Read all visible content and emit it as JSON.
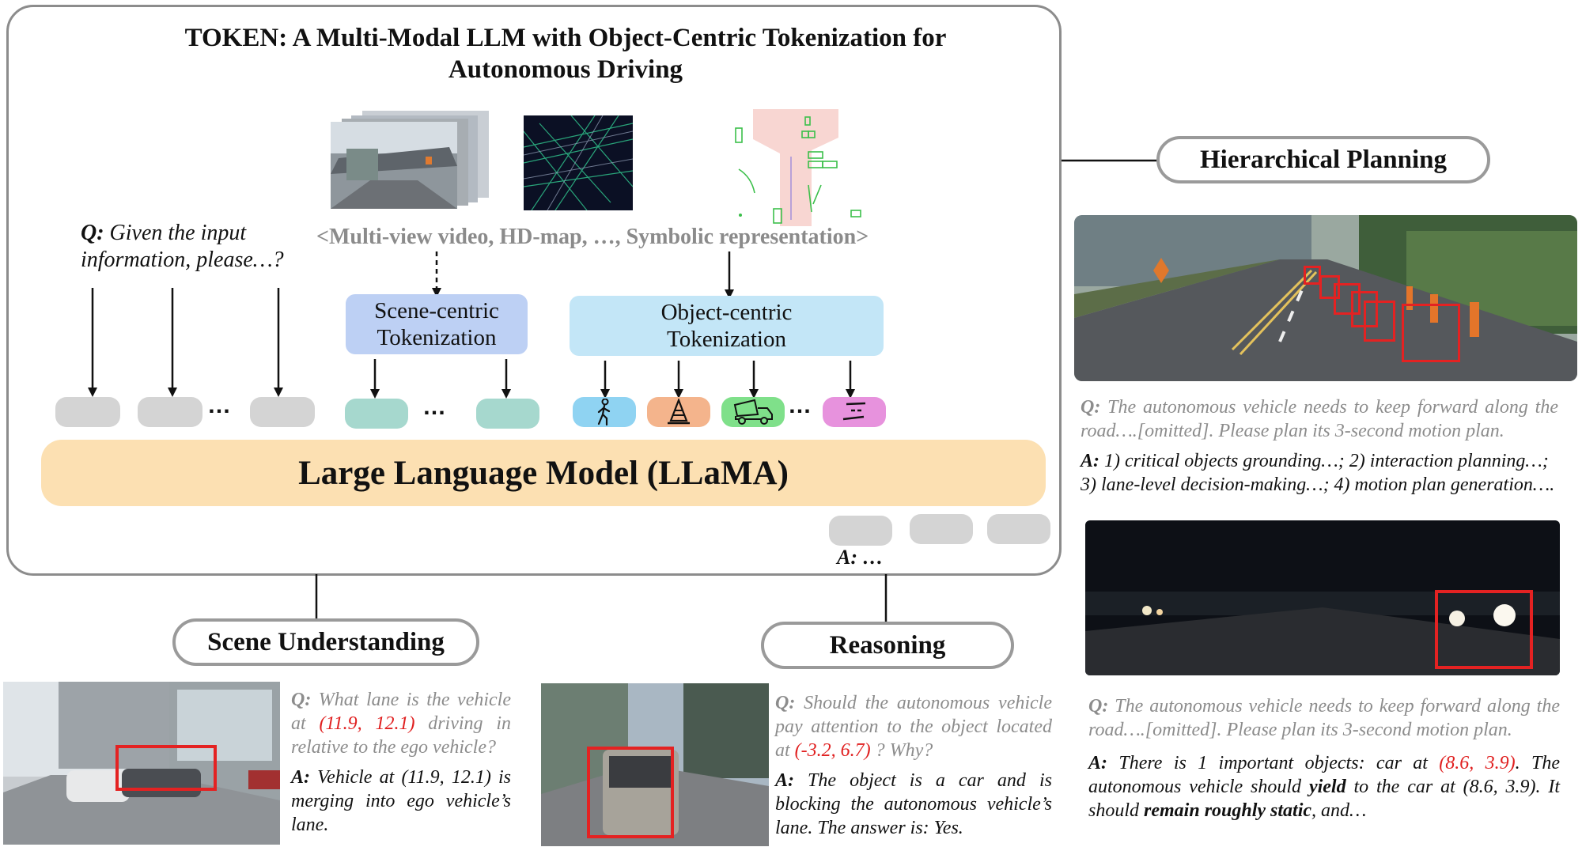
{
  "title_line1": "TOKEN: A Multi-Modal LLM with Object-Centric Tokenization for",
  "title_line2": "Autonomous Driving",
  "question_prefix": "Q:",
  "question_text": " Given the input information, please…?",
  "input_text": "<Multi-view video, HD-map, …,  Symbolic representation>",
  "scene_tok_line1": "Scene-centric",
  "scene_tok_line2": "Tokenization",
  "obj_tok_line1": "Object-centric",
  "obj_tok_line2": "Tokenization",
  "ellipsis": "…",
  "llm_label": "Large Language Model (LLaMA)",
  "answer_out": "A: …",
  "labels": {
    "scene_understanding": "Scene Understanding",
    "reasoning": "Reasoning",
    "hierarchical_planning": "Hierarchical Planning"
  },
  "scene_qa": {
    "q_prefix": "Q:",
    "q_text_1": " What lane is the vehicle at ",
    "q_coord": "(11.9, 12.1)",
    "q_text_2": " driving in relative to the ego vehicle?",
    "a_prefix": "A:",
    "a_text": " Vehicle at (11.9, 12.1) is merging into ego vehicle’s lane."
  },
  "reasoning_qa": {
    "q_prefix": "Q:",
    "q_text_1": " Should the autonomous vehicle pay attention to the object located at ",
    "q_coord": "(-3.2, 6.7)",
    "q_text_2": " ? Why?",
    "a_prefix": "A:",
    "a_text": " The object is a car and is blocking the autonomous vehicle’s lane. The answer is: Yes."
  },
  "planning_qa1": {
    "q_prefix": "Q:",
    "q_text": " The autonomous vehicle needs to keep forward along the road….[omitted]. Please plan its 3-second motion plan.",
    "a_prefix": "A:",
    "a_text": " 1) critical objects grounding…;  2) interaction planning…; 3) lane-level decision-making…; 4) motion plan generation…."
  },
  "planning_qa2": {
    "q_prefix": "Q:",
    "q_text": " The autonomous vehicle needs to keep forward along the road….[omitted]. Please plan its 3-second motion plan.",
    "a_prefix": "A:",
    "a_text_1": " There is 1 important objects: car at ",
    "a_coord": "(8.6, 3.9)",
    "a_text_2": ". The autonomous vehicle should ",
    "a_bold_1": "yield",
    "a_text_3": " to the car at (8.6, 3.9). It should ",
    "a_bold_2": "remain roughly static",
    "a_text_4": ", and…"
  },
  "colors": {
    "llm": "#fce0b2",
    "scene_tokenization": "#bdd0f4",
    "object_tokenization": "#c3e6f7",
    "gray_token": "#d4d4d4",
    "teal_token": "#a6d8ce",
    "pedestrian_token": "#8fd3f2",
    "cone_token": "#f4b48c",
    "truck_token": "#7fe08a",
    "lane_token": "#e792dd",
    "highlight": "#e02020"
  },
  "icons": [
    "pedestrian-icon",
    "traffic-cone-icon",
    "dump-truck-icon",
    "lane-lines-icon"
  ]
}
